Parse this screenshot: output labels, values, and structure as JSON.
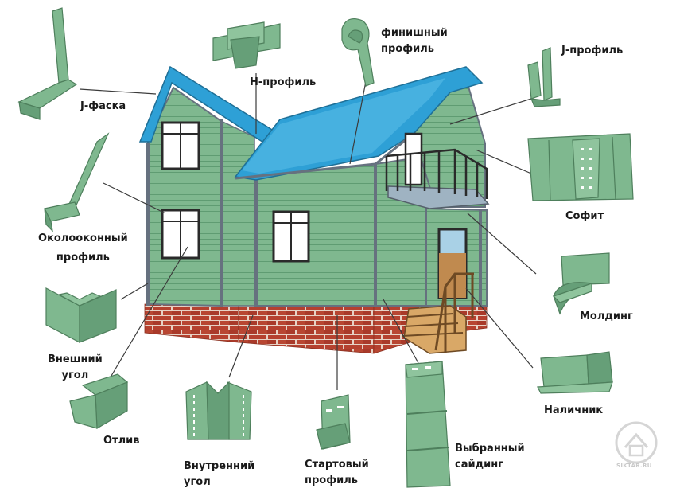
{
  "colors": {
    "siding": "#7fb88f",
    "siding_dark": "#5e9a70",
    "siding_line": "#6aa57c",
    "trim": "#66717f",
    "roof": "#2ea0d6",
    "roof_light": "#5cc0ea",
    "brick": "#b5412f",
    "mortar": "#e7d2c5",
    "wood": "#c78b4f",
    "leader": "#3b3b3b"
  },
  "labels": {
    "j_faska": "J-фаска",
    "h_profile": "Н-профиль",
    "finish_1": "финишный",
    "finish_2": "профиль",
    "j_profile": "J-профиль",
    "sofit": "Софит",
    "okolo_1": "Околооконный",
    "okolo_2": "профиль",
    "molding": "Молдинг",
    "outer_1": "Внешний",
    "outer_2": "угол",
    "otliv": "Отлив",
    "inner_1": "Внутренний",
    "inner_2": "угол",
    "start_1": "Стартовый",
    "start_2": "профиль",
    "chosen_1": "Выбранный",
    "chosen_2": "сайдинг",
    "nalichnik": "Наличник"
  },
  "watermark": "SIKTAR.RU"
}
